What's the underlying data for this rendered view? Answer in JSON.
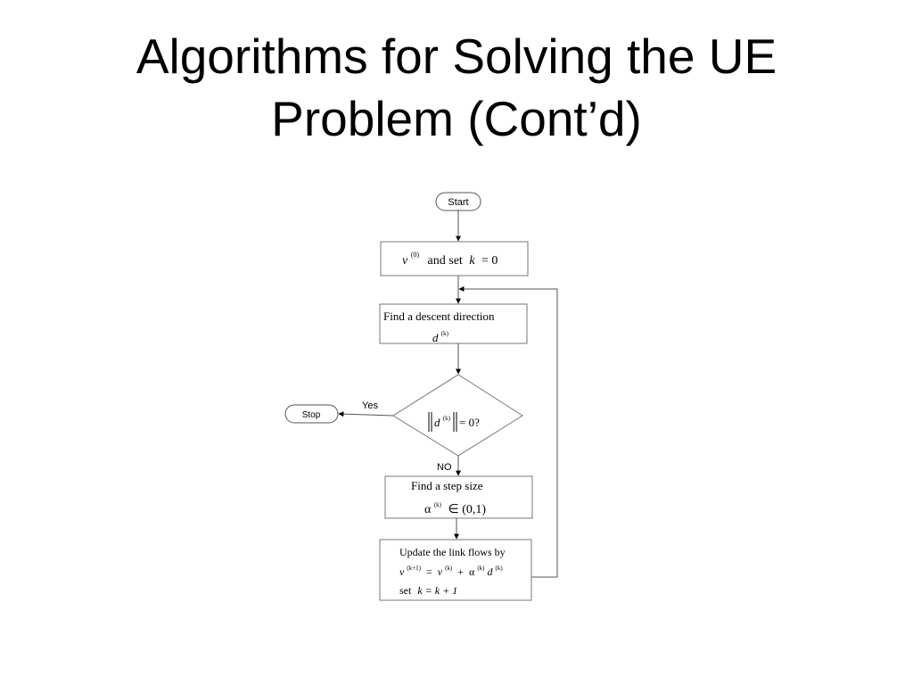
{
  "slide": {
    "title_line1": "Algorithms for Solving the UE",
    "title_line2": "Problem (Cont’d)"
  },
  "flowchart": {
    "start_label": "Start",
    "init": {
      "v0_base": "v",
      "v0_sup": "(0)",
      "text": "and set",
      "k": "k",
      "eq_zero": "= 0"
    },
    "descent": {
      "line1": "Find a descent direction",
      "d_base": "d",
      "d_sup": "(k)"
    },
    "decision": {
      "d_base": "d",
      "d_sup": "(k)",
      "eq_zero": "= 0?"
    },
    "yes_label": "Yes",
    "no_label": "NO",
    "stop_label": "Stop",
    "step": {
      "line1": "Find a step size",
      "alpha": "α",
      "alpha_sup": "(k)",
      "interval": "∈ (0,1)"
    },
    "update": {
      "line1": "Update the link flows by",
      "lhs_base": "v",
      "lhs_sup": "(k+1)",
      "eq": "=",
      "v_base": "v",
      "v_sup": "(k)",
      "plus": "+",
      "alpha": "α",
      "alpha_sup": "(k)",
      "d_base": "d",
      "d_sup": "(k)",
      "set_text": "set",
      "k_update": "k = k + 1"
    }
  }
}
